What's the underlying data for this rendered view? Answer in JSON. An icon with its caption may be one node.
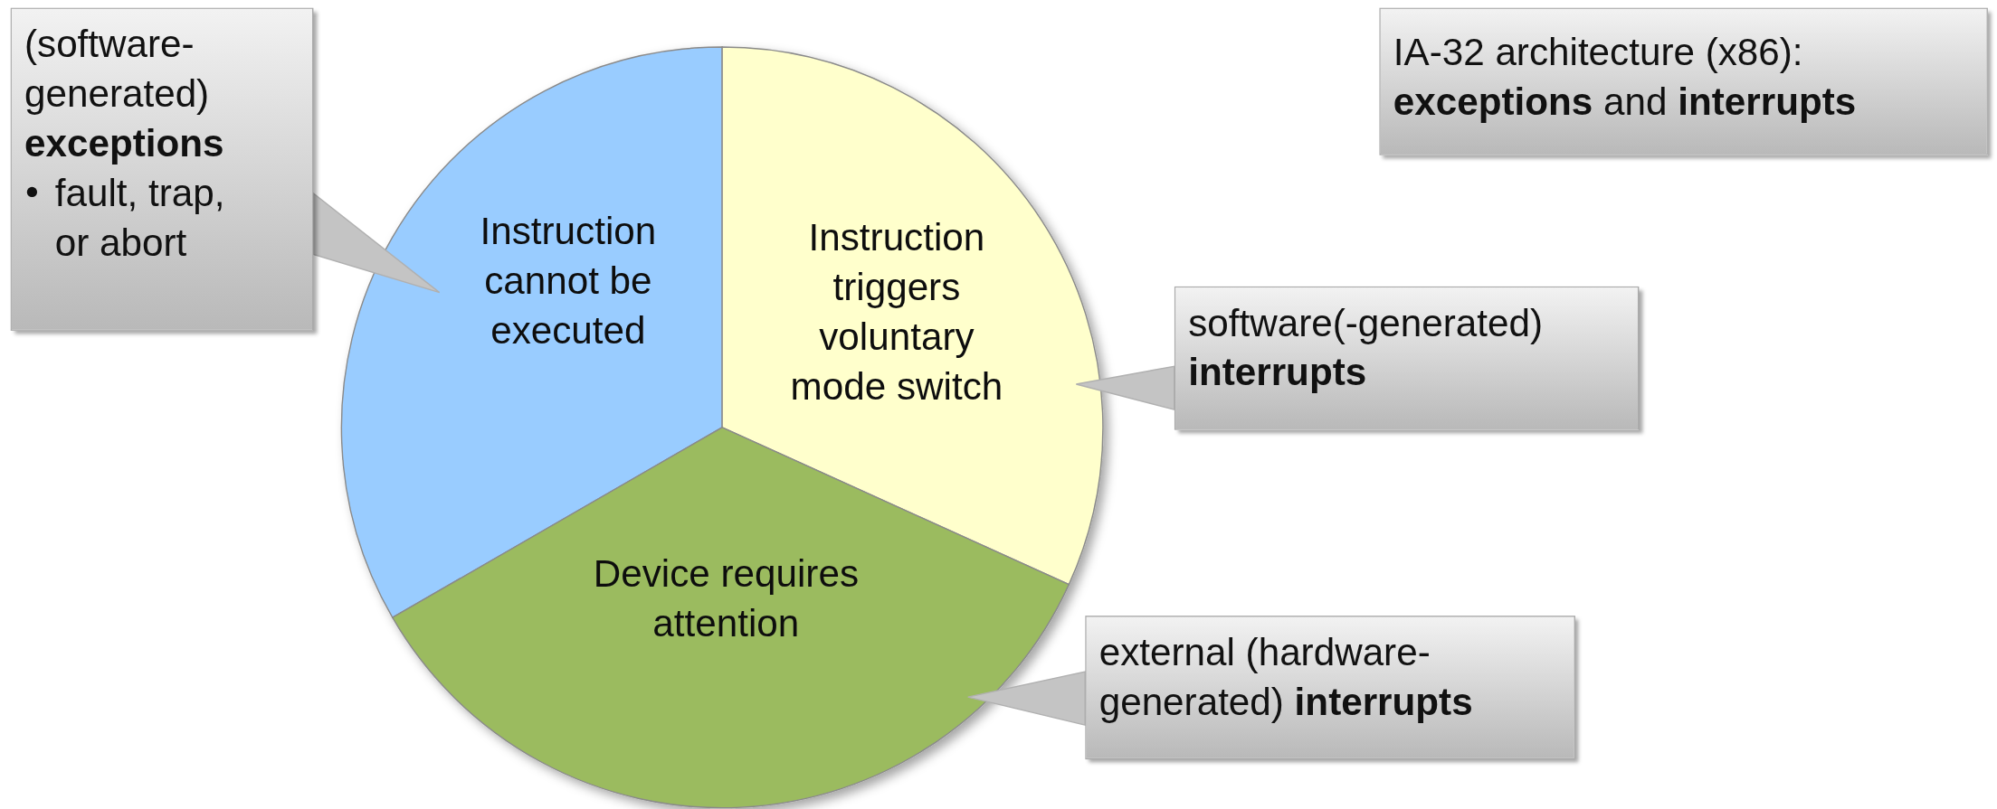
{
  "diagram": {
    "title": "IA-32 architecture (x86): **exceptions** and **interrupts**",
    "nodes": [
      {
        "text": [
          "(software-generated)",
          "exceptions",
          "fault, trap, or abort"
        ]
      },
      {
        "text": [
          "Instruction cannot be executed"
        ]
      },
      {
        "text": [
          "Instruction triggers voluntary mode switch"
        ]
      },
      {
        "text": [
          "software(-generated)",
          "interrupts"
        ]
      },
      {
        "text": [
          "Device requires attention"
        ]
      },
      {
        "text": [
          "external (hardware-generated) **interrupts**"
        ]
      }
    ],
    "edges": [
      {
        "from": 0,
        "to": 1,
        "arrow": "to"
      },
      {
        "from": 3,
        "to": 2,
        "arrow": "to"
      },
      {
        "from": 5,
        "to": 4,
        "arrow": "to"
      }
    ]
  }
}
